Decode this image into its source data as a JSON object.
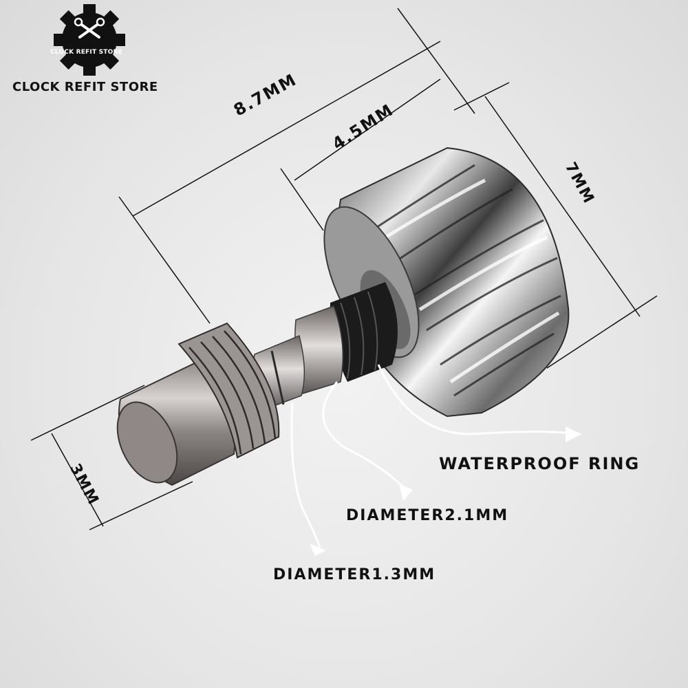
{
  "brand": {
    "logo_text": "CLOCK REFIT STORE",
    "name": "CLOCK REFIT STORE",
    "logo_icon": "gear-wrench-icon"
  },
  "dimensions": {
    "total_length": "8.7MM",
    "crown_length": "4.5MM",
    "crown_diameter": "7MM",
    "tube_diameter": "3MM"
  },
  "callouts": {
    "waterproof_ring": "WATERPROOF RING",
    "diameter_2_1": "DIAMETER2.1MM",
    "diameter_1_3": "DIAMETER1.3MM"
  },
  "colors": {
    "text": "#111111",
    "callout_line": "#ffffff",
    "metal_light": "#f4f4f4",
    "metal_dark": "#3a3a3a"
  }
}
